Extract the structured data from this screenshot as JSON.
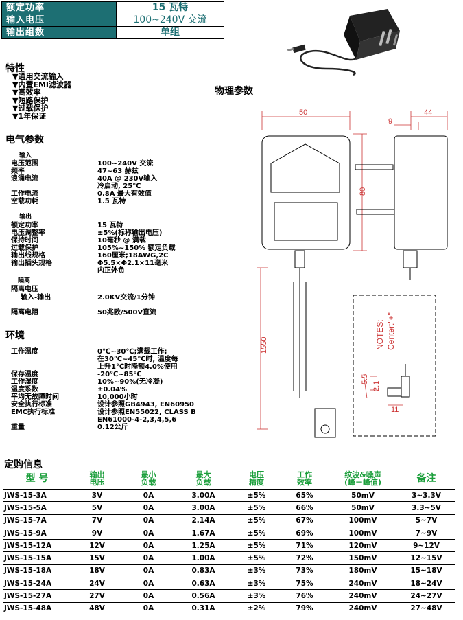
{
  "header": {
    "rows": [
      {
        "label": "额定功率",
        "value": "15 瓦特"
      },
      {
        "label": "输入电压",
        "value": "100~240V 交流"
      },
      {
        "label": "输出组数",
        "value": "单组"
      }
    ]
  },
  "features": {
    "title": "特性",
    "items": [
      "▼通用交流输入",
      "▼内置EMI滤波器",
      "▼高效率",
      "▼短路保护",
      "▼过载保护",
      "▼1年保证"
    ]
  },
  "electrical": {
    "title": "电气参数",
    "input_title": "输入",
    "input": [
      {
        "k": "电压范围",
        "v": "100~240V 交流"
      },
      {
        "k": "频率",
        "v": "47~63 赫兹"
      },
      {
        "k": "浪涌电流",
        "v": "40A @ 230V输入"
      },
      {
        "k": "",
        "v": "冷启动, 25℃"
      },
      {
        "k": "工作电流",
        "v": "0.8A 最大有效值"
      },
      {
        "k": "空载功耗",
        "v": "1.5 瓦特"
      }
    ],
    "output_title": "输出",
    "output": [
      {
        "k": "额定功率",
        "v": "15 瓦特"
      },
      {
        "k": "电压调整率",
        "v": "±5%(标称输出电压)"
      },
      {
        "k": "保持时间",
        "v": "10毫秒 @ 满载"
      },
      {
        "k": "过载保护",
        "v": "105%~150% 额定负载"
      },
      {
        "k": "输出线规格",
        "v": "160厘米;18AWG,2C"
      },
      {
        "k": "输出插头规格",
        "v": "Φ5.5×Φ2.1×11毫米"
      },
      {
        "k": "",
        "v": "内正外负"
      }
    ],
    "isolation_title": "隔离",
    "iso_voltage": "隔离电压",
    "iso_io_label": "输入-输出",
    "iso_io_value": "2.0KV交流/1分钟",
    "iso_res_label": "隔离电阻",
    "iso_res_value": "50兆欧/500V直流"
  },
  "environment": {
    "title": "环境",
    "rows": [
      {
        "k": "工作温度",
        "v": "0℃~30℃;满载工作;"
      },
      {
        "k": "",
        "v": "在30℃~45℃时, 温度每"
      },
      {
        "k": "",
        "v": "上升1℃时降额4.0%使用"
      },
      {
        "k": "保存温度",
        "v": "-20℃~85℃"
      },
      {
        "k": "工作湿度",
        "v": "10%~90%(无冷凝)"
      },
      {
        "k": "温度系数",
        "v": "±0.04%"
      },
      {
        "k": "平均无故障时间",
        "v": "10,000小时"
      },
      {
        "k": "安全执行标准",
        "v": "设计参照GB4943, EN60950"
      },
      {
        "k": "EMC执行标准",
        "v": "设计参照EN55022, CLASS B"
      },
      {
        "k": "",
        "v": "EN61000-4-2,3,4,5,6"
      },
      {
        "k": "重量",
        "v": "0.12公斤"
      }
    ]
  },
  "physical": {
    "title": "物理参数",
    "dim_width": "50",
    "dim_depth": "44",
    "dim_9": "9",
    "dim_height": "80",
    "dim_cable": "1550",
    "dim_55": "5.5",
    "dim_21": "2.1",
    "dim_11": "11",
    "notes": "NOTES:",
    "center": "Center:\"+\""
  },
  "order": {
    "title": "定购信息",
    "headers": [
      "型 号",
      "输出\n电压",
      "最小\n负载",
      "最大\n负载",
      "电压\n精度",
      "工作\n效率",
      "纹波&噪声\n(峰－峰值)",
      "备注"
    ],
    "rows": [
      [
        "JWS-15-3A",
        "3V",
        "0A",
        "3.00A",
        "±5%",
        "65%",
        "50mV",
        "3~3.3V"
      ],
      [
        "JWS-15-5A",
        "5V",
        "0A",
        "3.00A",
        "±5%",
        "66%",
        "50mV",
        "3.3~5V"
      ],
      [
        "JWS-15-7A",
        "7V",
        "0A",
        "2.14A",
        "±5%",
        "67%",
        "100mV",
        "5~7V"
      ],
      [
        "JWS-15-9A",
        "9V",
        "0A",
        "1.67A",
        "±5%",
        "69%",
        "100mV",
        "7~9V"
      ],
      [
        "JWS-15-12A",
        "12V",
        "0A",
        "1.25A",
        "±5%",
        "71%",
        "120mV",
        "9~12V"
      ],
      [
        "JWS-15-15A",
        "15V",
        "0A",
        "1.00A",
        "±5%",
        "72%",
        "150mV",
        "12~15V"
      ],
      [
        "JWS-15-18A",
        "18V",
        "0A",
        "0.83A",
        "±3%",
        "73%",
        "180mV",
        "15~18V"
      ],
      [
        "JWS-15-24A",
        "24V",
        "0A",
        "0.63A",
        "±3%",
        "75%",
        "240mV",
        "18~24V"
      ],
      [
        "JWS-15-27A",
        "27V",
        "0A",
        "0.56A",
        "±3%",
        "76%",
        "240mV",
        "24~27V"
      ],
      [
        "JWS-15-48A",
        "48V",
        "0A",
        "0.31A",
        "±2%",
        "79%",
        "240mV",
        "27~48V"
      ]
    ]
  }
}
